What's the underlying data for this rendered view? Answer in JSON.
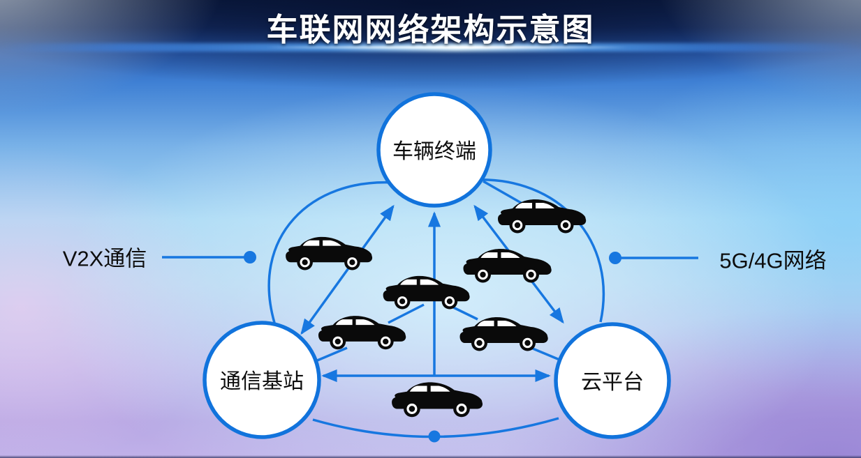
{
  "title": "车联网网络架构示意图",
  "nodes": {
    "top": {
      "label": "车辆终端"
    },
    "left": {
      "label": "通信基站"
    },
    "right": {
      "label": "云平台"
    }
  },
  "annotations": {
    "left": "V2X通信",
    "right": "5G/4G网络"
  },
  "links": [
    {
      "from": "vehicle-terminal",
      "to": "base-station",
      "style": "outer-arc"
    },
    {
      "from": "vehicle-terminal",
      "to": "cloud-platform",
      "style": "outer-arc"
    },
    {
      "from": "base-station",
      "to": "vehicle-terminal",
      "style": "double-arrow"
    },
    {
      "from": "cloud-platform",
      "to": "vehicle-terminal",
      "style": "double-arrow"
    },
    {
      "from": "base-station",
      "to": "cloud-platform",
      "style": "double-arrow"
    },
    {
      "from": "center",
      "to": "vehicle-terminal",
      "style": "up-arrow"
    },
    {
      "from": "base-station",
      "to": "cloud-platform",
      "style": "bottom-sag-arc-with-dot"
    },
    {
      "from": "cars",
      "to": "nodes-and-cars",
      "style": "plain-links"
    }
  ],
  "icons": {
    "car": "car-icon",
    "node": "node-circle",
    "dot": "connector-dot"
  },
  "colors": {
    "accent_blue": "#1777e0",
    "node_border": "#1173dc",
    "node_fill": "#ffffff",
    "car_black": "#0a0a0a",
    "title_text": "#ffffff",
    "label_text": "#0d0d0d"
  }
}
